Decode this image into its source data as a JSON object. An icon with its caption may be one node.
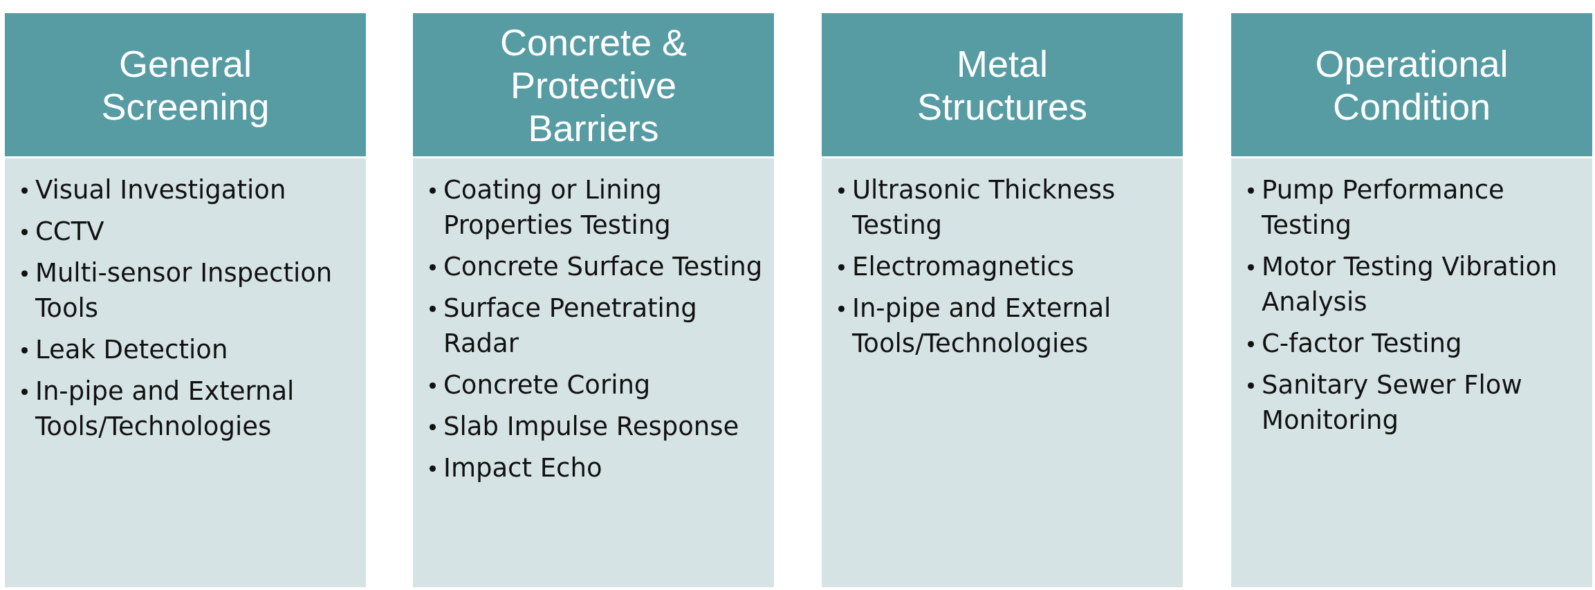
{
  "diagram": {
    "nodes": [
      {
        "text": [
          "General Screening"
        ]
      },
      {
        "text": [
          "Visual Investigation",
          "CCTV",
          "Multi-sensor Inspection Tools",
          "Leak Detection",
          "In-pipe and External Tools/Technologies"
        ]
      },
      {
        "text": [
          "Concrete & Protective Barriers"
        ]
      },
      {
        "text": [
          "Coating or Lining Properties Testing",
          "Concrete Surface Testing",
          "Surface Penetrating Radar",
          "Concrete Coring",
          "Slab Impulse Response",
          "Impact Echo"
        ]
      },
      {
        "text": [
          "Metal Structures"
        ]
      },
      {
        "text": [
          "Ultrasonic Thickness Testing",
          "Electromagnetics",
          "In-pipe and External Tools/Technologies"
        ]
      },
      {
        "text": [
          "Operational Condition"
        ]
      },
      {
        "text": [
          "Pump Performance Testing",
          "Motor Testing Vibration Analysis",
          "C-factor Testing",
          "Sanitary Sewer Flow Monitoring"
        ]
      }
    ]
  }
}
